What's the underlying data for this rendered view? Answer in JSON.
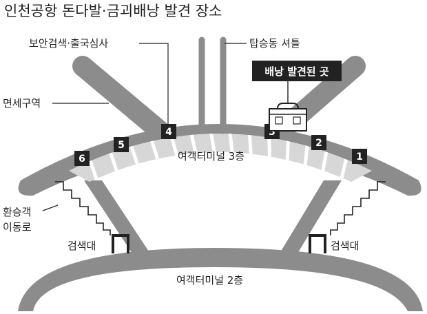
{
  "title": "인천공항 돈다발·금괴배낭 발견 장소",
  "labels": {
    "security": "보안검색·출국심사",
    "shuttle": "탑승동 셔틀",
    "dutyfree": "면세구역",
    "transfer_line1": "환승객",
    "transfer_line2": "이동로",
    "screening_left": "검색대",
    "screening_right": "검색대",
    "floor3": "여객터미널 3층",
    "floor2": "여객터미널 2층"
  },
  "callout": {
    "text": "배낭 발견된 곳"
  },
  "gates": [
    "1",
    "2",
    "3",
    "4",
    "5",
    "6"
  ],
  "colors": {
    "structure": "#8c8c8c",
    "hatch": "#cfcfcf",
    "callout_bg": "#222222",
    "gate_bg": "#222222"
  },
  "icons": {
    "found_bag": "backpack-icon"
  }
}
